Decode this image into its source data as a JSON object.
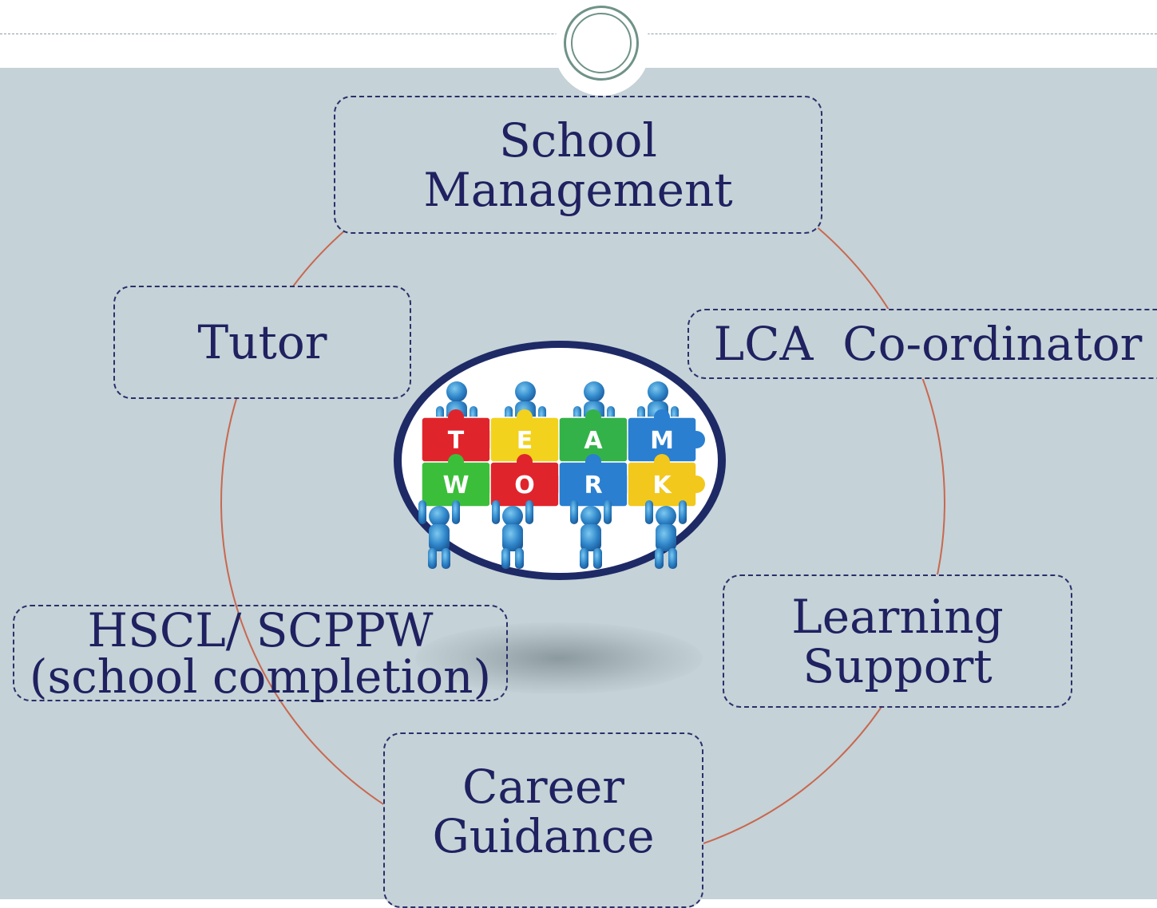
{
  "diagram": {
    "center_image": {
      "label": "TEAM WORK",
      "top_letters": [
        "T",
        "E",
        "A",
        "M"
      ],
      "bottom_letters": [
        "W",
        "O",
        "R",
        "K"
      ]
    },
    "nodes": {
      "school_management": "School\nManagement",
      "lca_coordinator": "LCA  Co-ordinator",
      "learning_support": "Learning\nSupport",
      "career_guidance": "Career\nGuidance",
      "hscl_scppw": "HSCL/ SCPPW\n(school completion)",
      "tutor": "Tutor"
    }
  },
  "colors": {
    "background": "#c5d2d7",
    "node_text": "#1f2160",
    "node_border": "#2c2f6b",
    "cycle_line": "#c8684f",
    "ornament": "#6f9288"
  }
}
